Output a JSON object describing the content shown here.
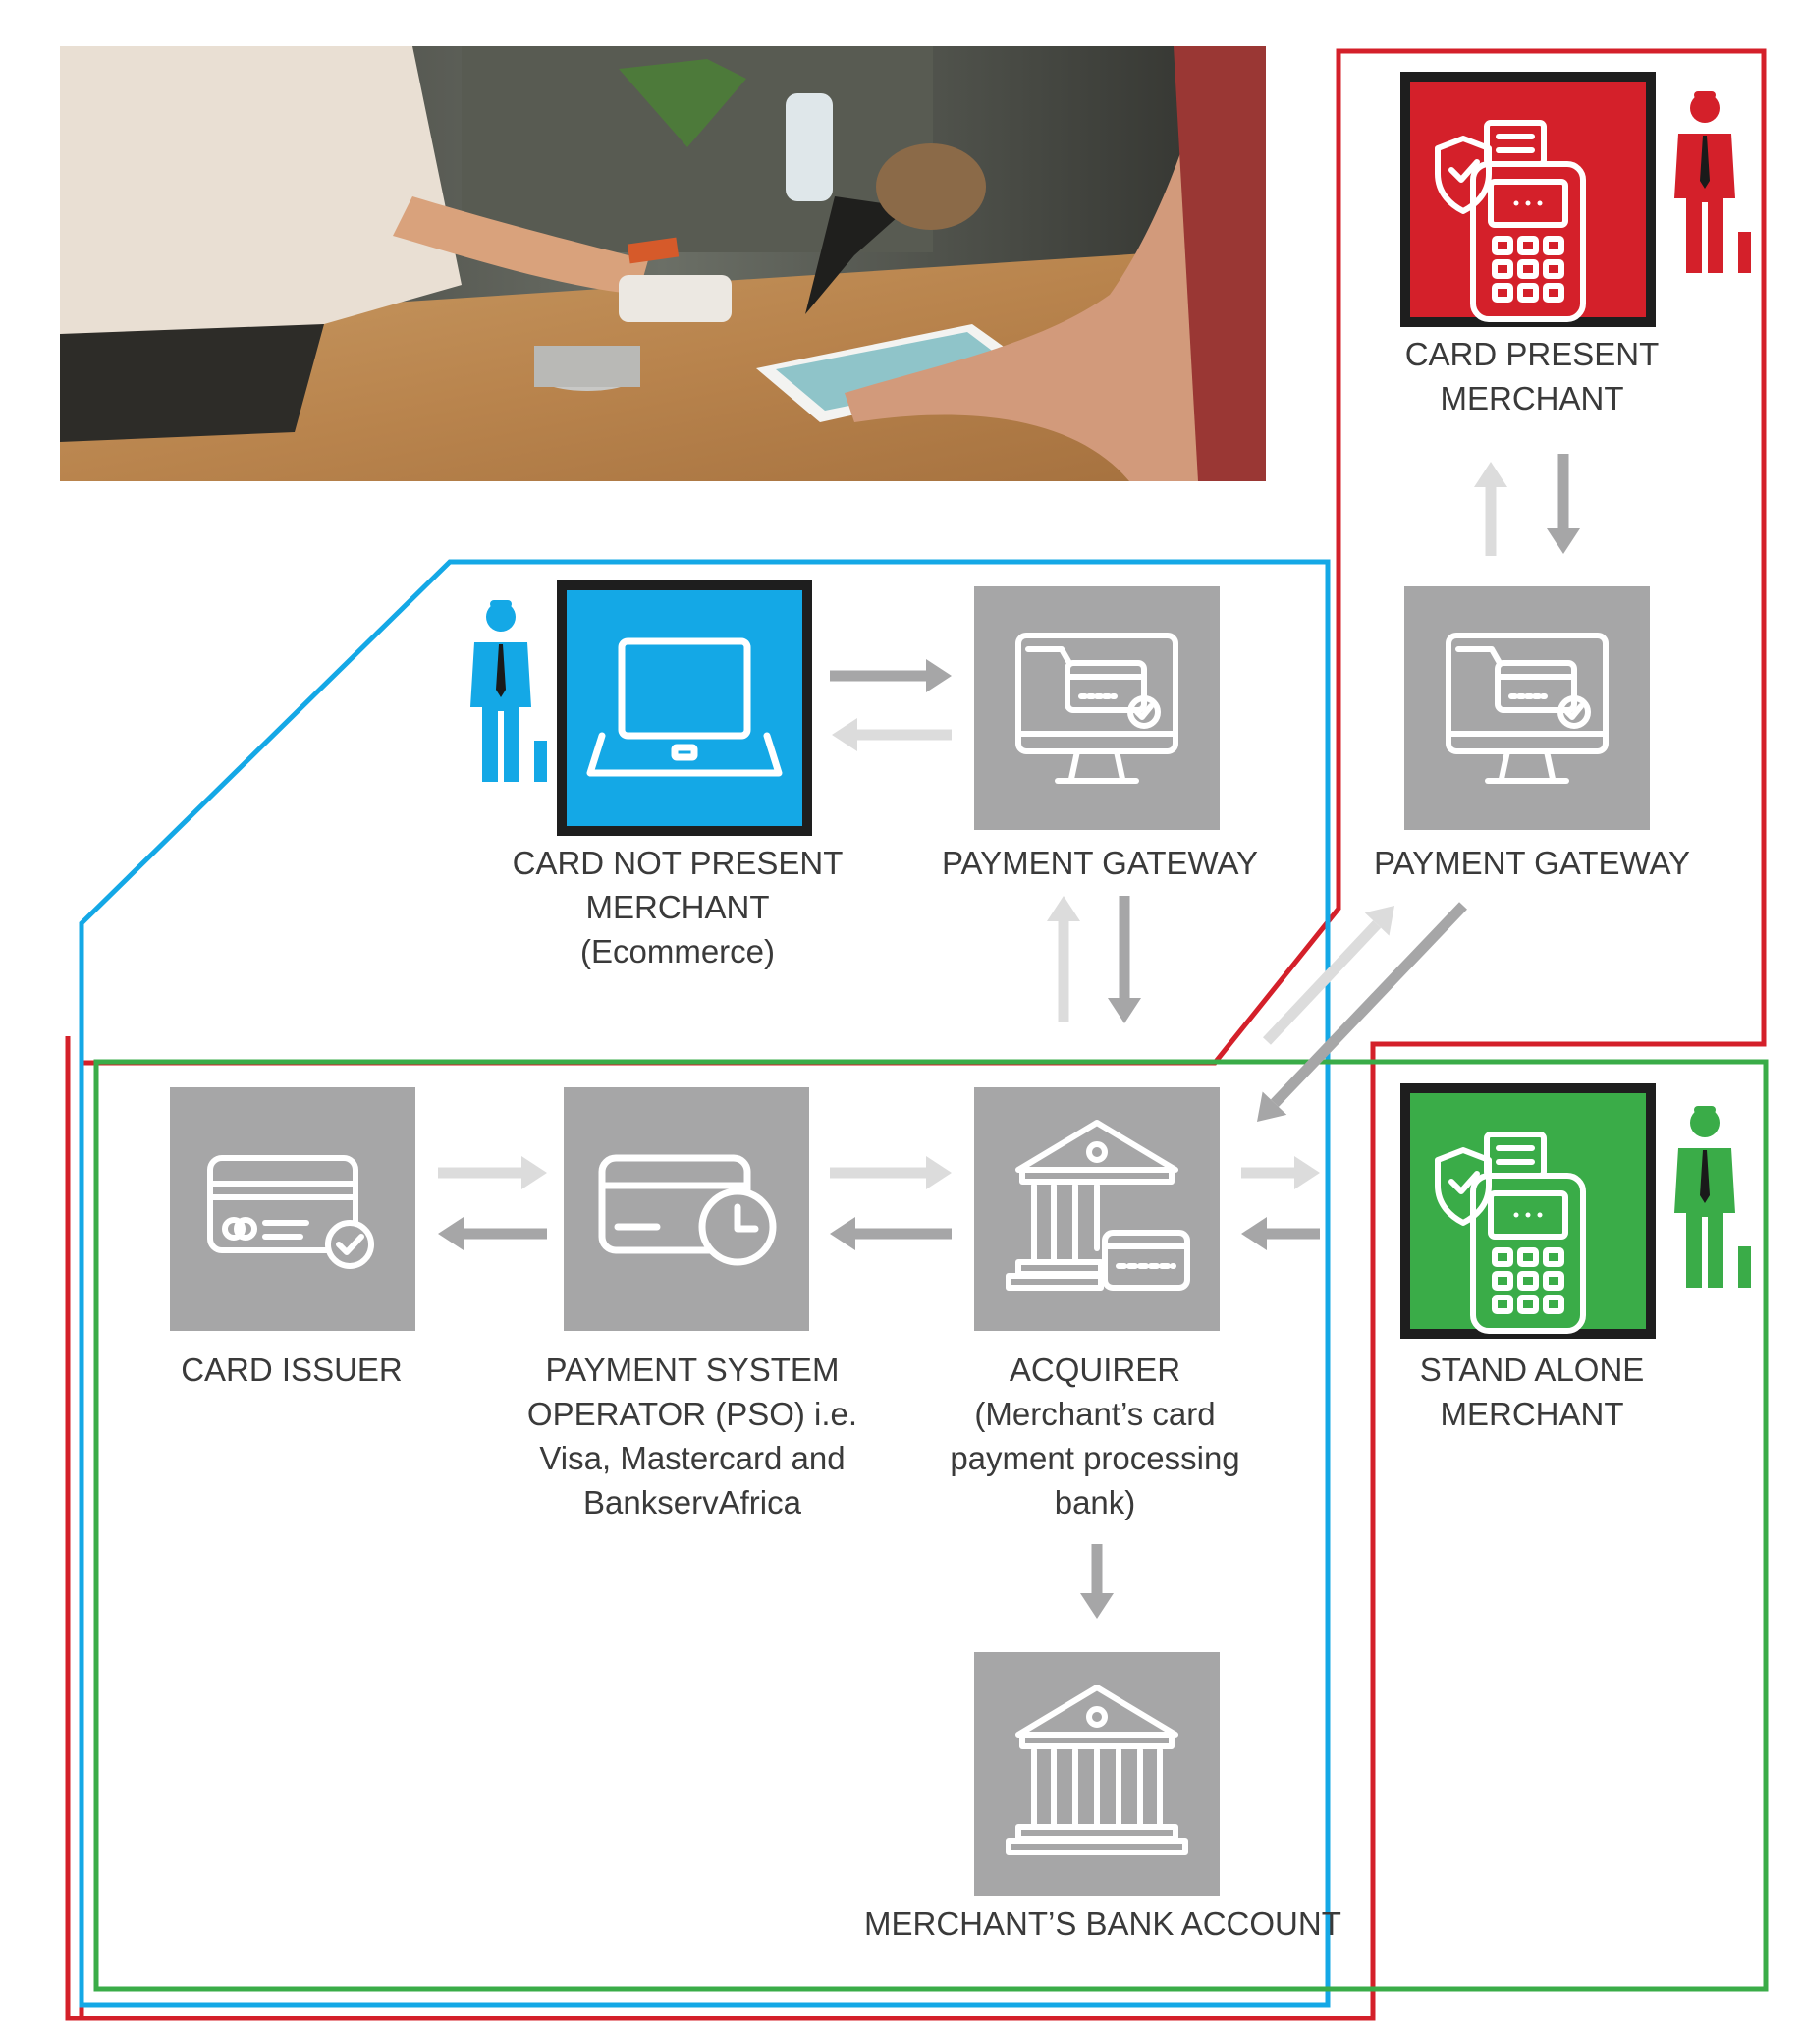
{
  "colors": {
    "red": "#d4202a",
    "blue": "#14a8e6",
    "green": "#3aac48",
    "tile_gray": "#a6a6a7",
    "arrow_dark": "#a6a6a7",
    "arrow_light": "#dcdcdc",
    "text": "#3a3a3a"
  },
  "photo": {
    "subject": "photo-merchant-counter-card-payment"
  },
  "nodes": {
    "card_present_merchant": {
      "icon": "card-terminal-icon",
      "person": "businessman-icon",
      "lines": [
        "CARD PRESENT",
        "MERCHANT"
      ]
    },
    "payment_gateway_right": {
      "icon": "online-payment-monitor-icon",
      "lines": [
        "PAYMENT GATEWAY"
      ]
    },
    "card_not_present_merchant": {
      "icon": "laptop-icon",
      "person": "businessman-icon",
      "lines": [
        "CARD NOT PRESENT",
        "MERCHANT",
        "(Ecommerce)"
      ]
    },
    "payment_gateway_left": {
      "icon": "online-payment-monitor-icon",
      "lines": [
        "PAYMENT GATEWAY"
      ]
    },
    "card_issuer": {
      "icon": "credit-card-check-icon",
      "lines": [
        "CARD ISSUER"
      ]
    },
    "pso": {
      "icon": "card-clock-icon",
      "lines": [
        "PAYMENT SYSTEM",
        "OPERATOR (PSO) i.e.",
        "Visa, Mastercard and",
        "BankservAfrica"
      ]
    },
    "acquirer": {
      "icon": "bank-card-icon",
      "lines": [
        "ACQUIRER",
        "(Merchant’s card",
        "payment processing",
        "bank)"
      ]
    },
    "stand_alone_merchant": {
      "icon": "card-terminal-icon",
      "person": "businessman-icon",
      "lines": [
        "STAND ALONE",
        "MERCHANT"
      ]
    },
    "merchants_bank_account": {
      "icon": "bank-icon",
      "lines": [
        "MERCHANT’S BANK ACCOUNT"
      ]
    }
  }
}
